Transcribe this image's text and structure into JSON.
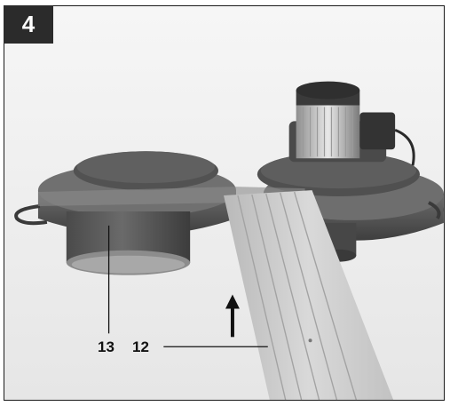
{
  "figure": {
    "number": "4",
    "callouts": [
      {
        "label": "13"
      },
      {
        "label": "12"
      }
    ]
  },
  "colors": {
    "background": "#f2f2f2",
    "badge": "#2b2b2b",
    "machine_body": "#5a5a5a",
    "chute": "#c8c8c8"
  },
  "icons": {
    "indicator": "up-arrow-icon"
  }
}
